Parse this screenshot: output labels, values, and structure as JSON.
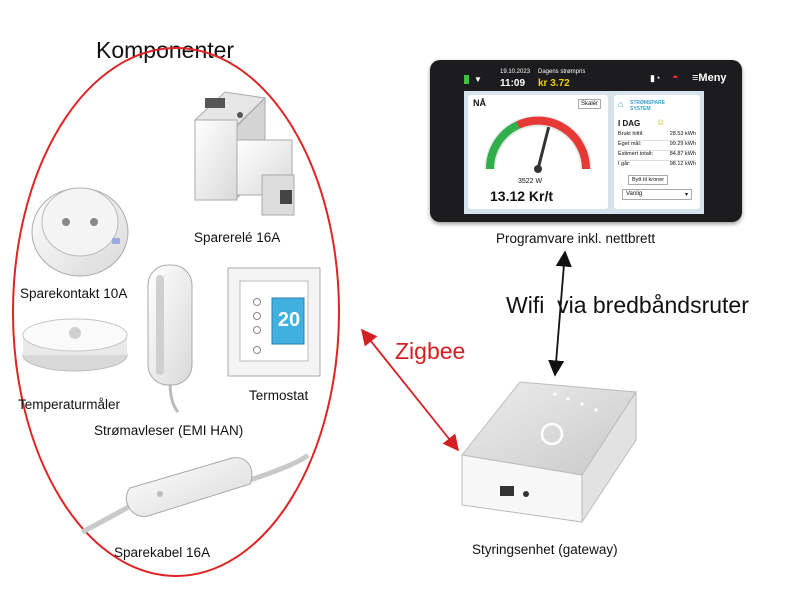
{
  "diagram": {
    "title": "Komponenter",
    "link_zigbee": "Zigbee",
    "link_wifi": "Wifi  via bredbåndsruter",
    "colors": {
      "ellipse": "#e02424",
      "zigbee_arrow": "#d32020",
      "wifi_arrow": "#111111"
    },
    "components": {
      "sparerele": "Sparerelé 16A",
      "sparekontakt": "Sparekontakt 10A",
      "termostat": "Termostat",
      "temperaturmaler": "Temperaturmåler",
      "stromavleser": "Strømavleser (EMI HAN)",
      "sparekabel": "Sparekabel 16A"
    },
    "tablet_label": "Programvare inkl. nettbrett",
    "gateway_label": "Styringsenhet (gateway)",
    "thermostat_display": "20"
  },
  "tablet": {
    "date": "19.10.2023",
    "time": "11:09",
    "price_label": "Dagens strømpris",
    "price_now": "kr 3.72",
    "menu_label": "Meny",
    "now_label": "NÅ",
    "scale_button": "Skalér",
    "watts": "3522 W",
    "price_big": "13.12 Kr/t",
    "brand": "STRØMSPARE SYSTEM",
    "today_label": "I DAG",
    "stats": [
      {
        "label": "Brukt hittil:",
        "value": "28.53 kWh"
      },
      {
        "label": "Eget mål:",
        "value": "99.29 kWh"
      },
      {
        "label": "Estimert totalt:",
        "value": "84.87 kWh"
      },
      {
        "label": "I går:",
        "value": "98.12 kWh"
      }
    ],
    "switch_button": "Bytt til kroner",
    "mode_select": "Vanlig",
    "gauge_level": 0.58
  }
}
